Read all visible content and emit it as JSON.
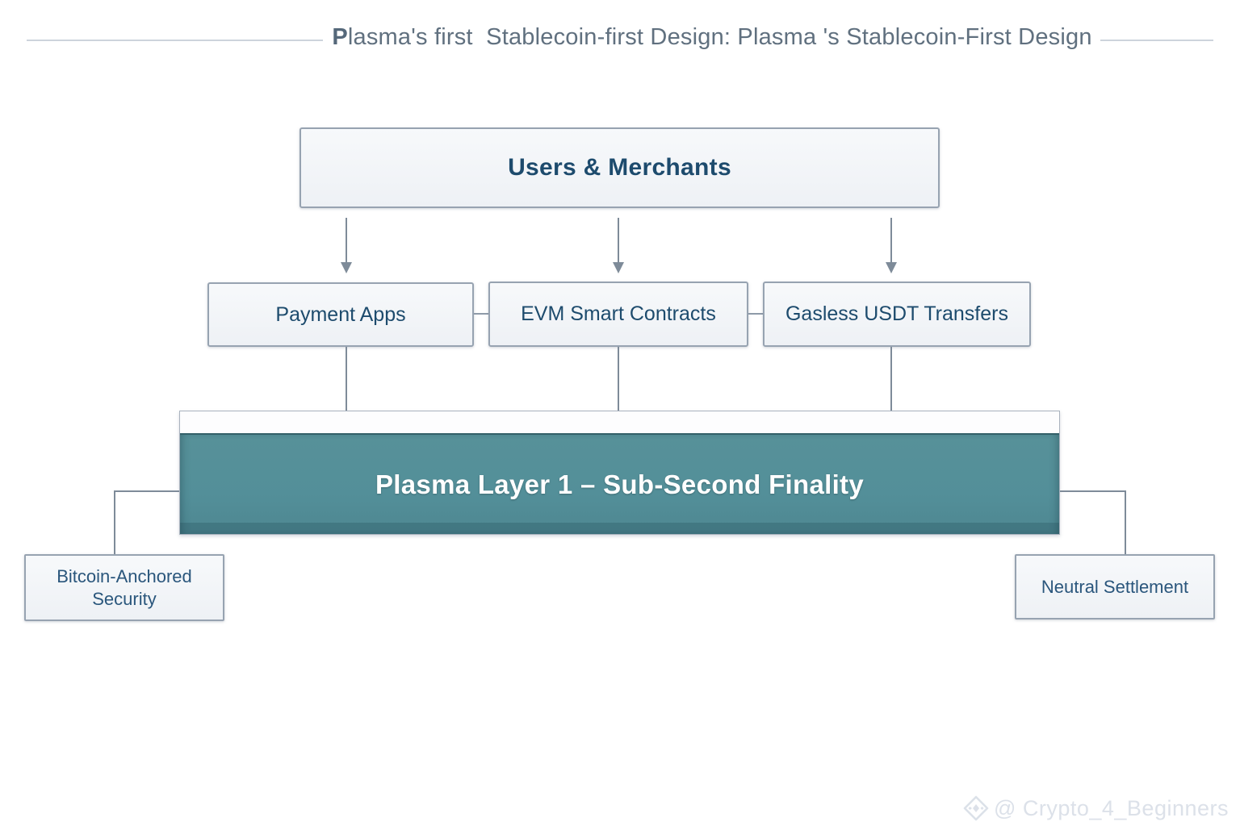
{
  "title": {
    "bold_prefix": "P",
    "rest": "lasma's first  Stablecoin-first Design: Plasma 's Stablecoin-First Design"
  },
  "boxes": {
    "users_merchants": {
      "label": "Users & Merchants"
    },
    "payment_apps": {
      "label": "Payment Apps"
    },
    "evm_smart_contracts": {
      "label": "EVM Smart Contracts"
    },
    "gasless_usdt_transfers": {
      "label": "Gasless USDT Transfers"
    },
    "plasma_layer1": {
      "label": "Plasma Layer 1 – Sub-Second Finality"
    },
    "bitcoin_anchored_security": {
      "label": "Bitcoin-Anchored Security"
    },
    "neutral_settlement": {
      "label": "Neutral Settlement"
    }
  },
  "watermark": {
    "icon": "diamond-logo-icon",
    "text": "@ Crypto_4_Beginners"
  },
  "colors": {
    "teal_fill": "#538f99",
    "teal_dark_band": "#47707b",
    "teal_top_border": "#336069",
    "box_fill": "#f2f5f8",
    "box_border": "#97a3b1",
    "label_text": "#1d4b6d",
    "bottom_label_text": "#2a567c",
    "connector": "#7e8b99",
    "title_text": "#60707f",
    "title_line": "#cdd4dc",
    "watermark_text": "#dce1e9",
    "layer_label_text": "#ffffff"
  }
}
